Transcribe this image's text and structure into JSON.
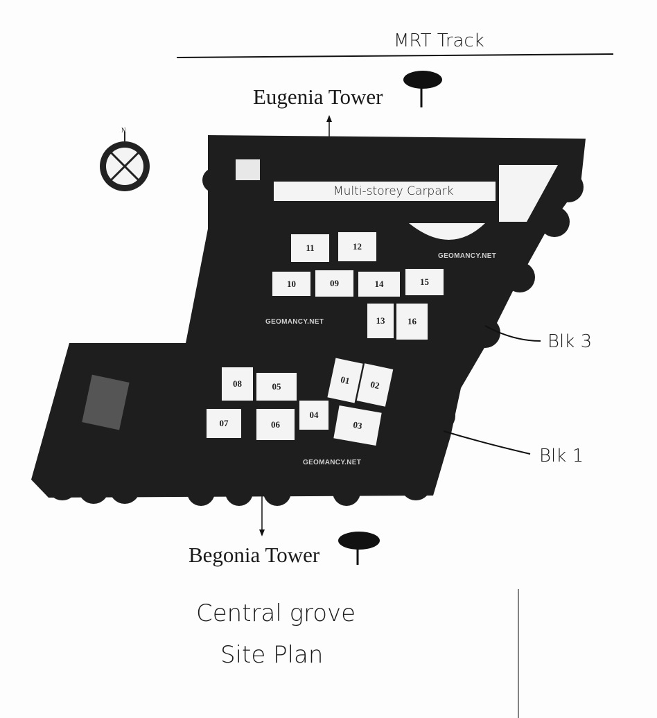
{
  "header": {
    "track_label": "MRT Track"
  },
  "towers": {
    "north": "Eugenia Tower",
    "south": "Begonia Tower"
  },
  "carpark": {
    "label": "Multi-storey Carpark"
  },
  "blocks": {
    "blk3": "Blk 3",
    "blk1": "Blk 1"
  },
  "buildings": [
    "11",
    "12",
    "10",
    "09",
    "14",
    "15",
    "13",
    "16",
    "08",
    "05",
    "01",
    "02",
    "07",
    "06",
    "04",
    "03"
  ],
  "watermark": "GEOMANCY.NET",
  "caption": {
    "line1": "Central grove",
    "line2": "Site Plan"
  },
  "compass": {
    "north_label": "N"
  }
}
